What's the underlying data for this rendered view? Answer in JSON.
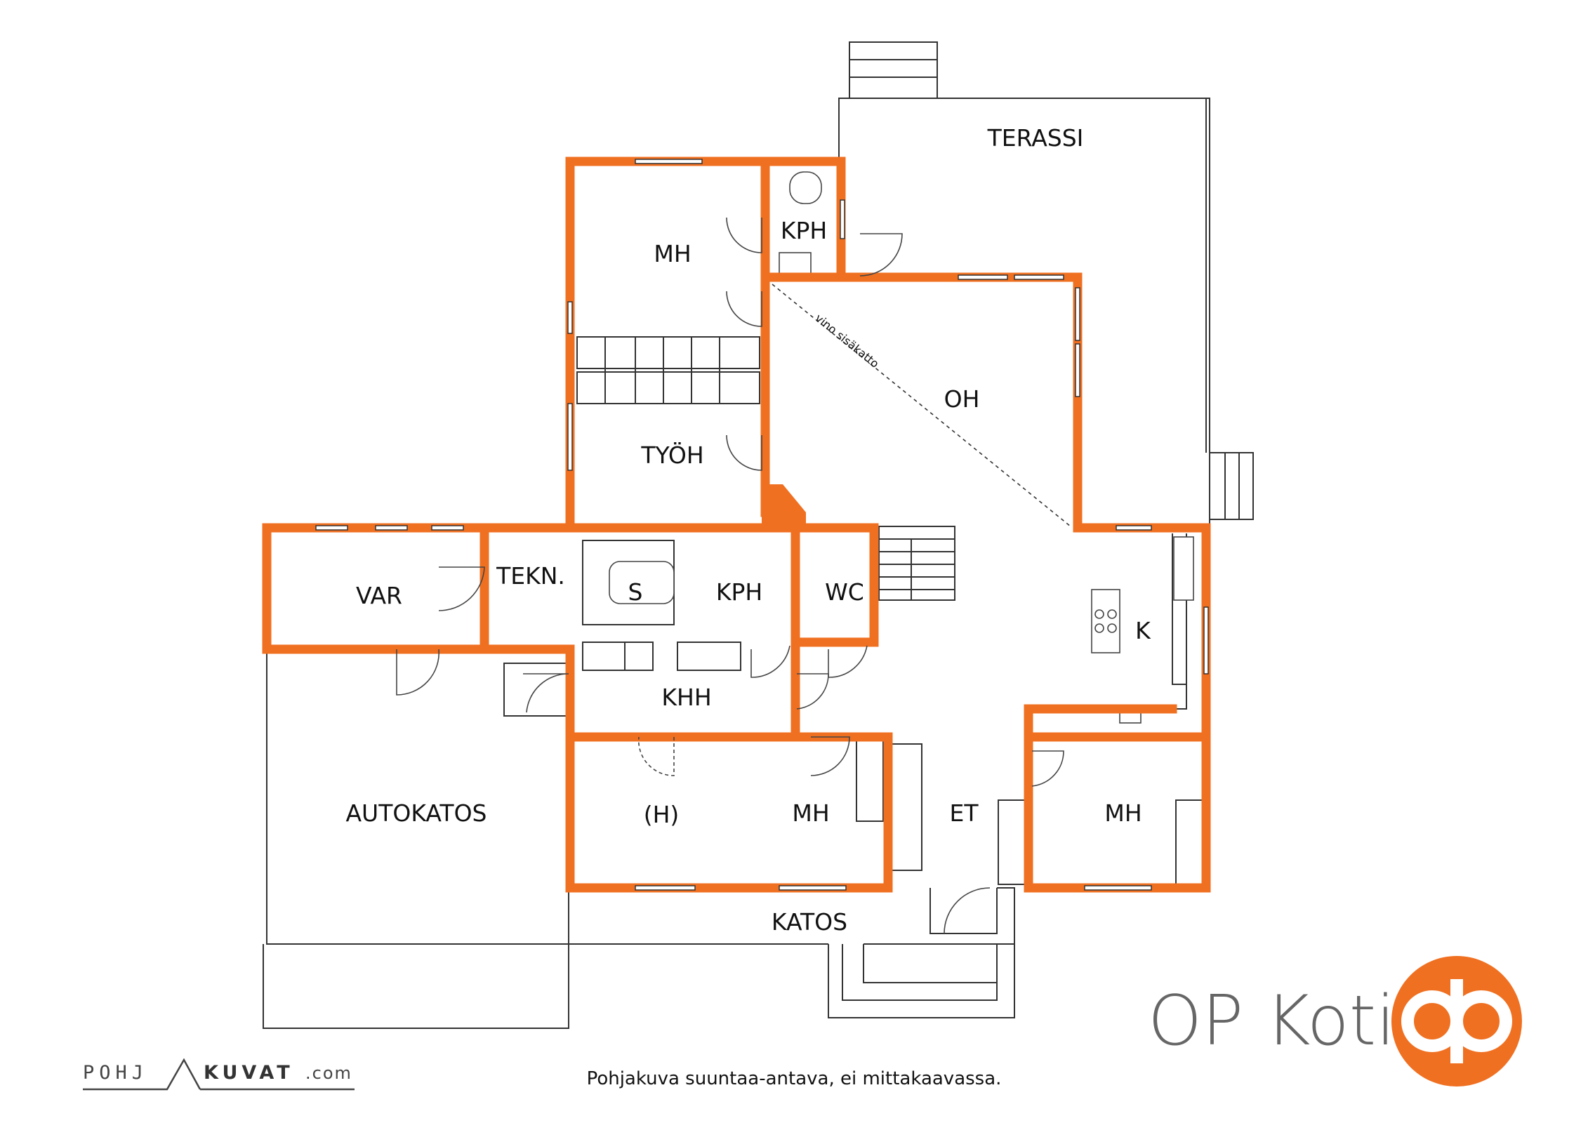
{
  "floorplan": {
    "rooms": [
      {
        "id": "terassi",
        "label": "TERASSI"
      },
      {
        "id": "mh-1",
        "label": "MH"
      },
      {
        "id": "kph-1",
        "label": "KPH"
      },
      {
        "id": "oh",
        "label": "OH"
      },
      {
        "id": "tyoh",
        "label": "TYÖH"
      },
      {
        "id": "var",
        "label": "VAR"
      },
      {
        "id": "tekn",
        "label": "TEKN."
      },
      {
        "id": "s",
        "label": "S"
      },
      {
        "id": "kph-2",
        "label": "KPH"
      },
      {
        "id": "wc",
        "label": "WC"
      },
      {
        "id": "k",
        "label": "K"
      },
      {
        "id": "khh",
        "label": "KHH"
      },
      {
        "id": "autokatos",
        "label": "AUTOKATOS"
      },
      {
        "id": "h",
        "label": "(H)"
      },
      {
        "id": "mh-2",
        "label": "MH"
      },
      {
        "id": "et",
        "label": "ET"
      },
      {
        "id": "mh-3",
        "label": "MH"
      },
      {
        "id": "katos",
        "label": "KATOS"
      }
    ],
    "ceiling_note": "vino sisäkatto"
  },
  "footer": {
    "disclaimer": "Pohjakuva suuntaa-antava, ei mittakaavassa."
  },
  "watermark": {
    "part1": "POHJ",
    "part2": "KUVAT",
    "part3": ".com"
  },
  "brand": {
    "name": "OP Koti",
    "accent_color": "#f07021",
    "logo_icon": "op-logo-icon"
  }
}
